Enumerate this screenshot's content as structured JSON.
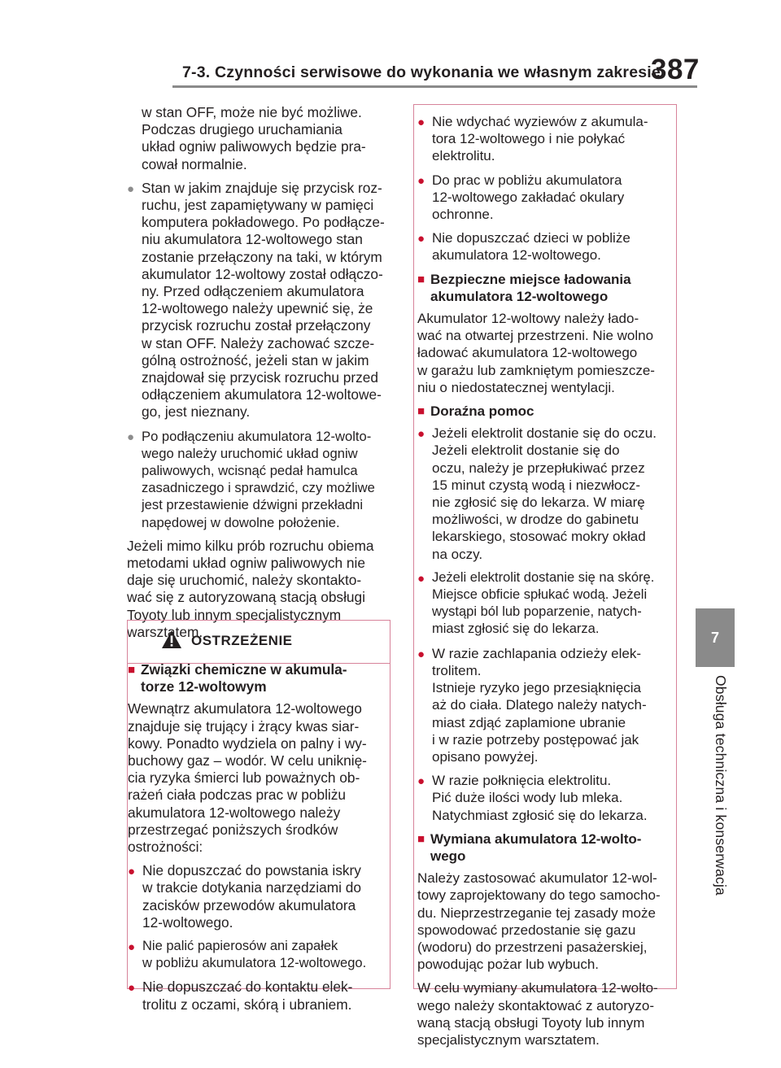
{
  "header": {
    "section_title": "7-3. Czynności serwisowe do wykonania we własnym zakresie",
    "page_number": "387"
  },
  "side": {
    "chapter": "7",
    "chapter_title": "Obsługa techniczna i konserwacja"
  },
  "left": {
    "para1": [
      "w stan OFF, może nie być możliwe.",
      "Podczas drugiego uruchamiania",
      "układ ogniw paliwowych będzie pra-",
      "cował normalnie."
    ],
    "bullet1": [
      "Stan w jakim znajduje się przycisk roz-",
      "ruchu, jest zapamiętywany w pamięci",
      "komputera pokładowego. Po podłącze-",
      "niu akumulatora 12-woltowego stan",
      "zostanie przełączony na taki, w którym",
      "akumulator 12-woltowy został odłączo-",
      "ny. Przed odłączeniem akumulatora",
      "12-woltowego należy upewnić się, że",
      "przycisk rozruchu został przełączony",
      "w stan OFF. Należy zachować szcze-",
      "gólną ostrożność, jeżeli stan w jakim",
      "znajdował się przycisk rozruchu przed",
      "odłączeniem akumulatora 12-woltowe-",
      "go, jest nieznany."
    ],
    "bullet2": [
      "Po podłączeniu akumulatora 12-wolto-",
      "wego należy uruchomić układ ogniw",
      "paliwowych, wcisnąć pedał hamulca",
      "zasadniczego i sprawdzić, czy możliwe",
      "jest przestawienie dźwigni przekładni",
      "napędowej w dowolne położenie."
    ],
    "para2": [
      "Jeżeli mimo kilku prób rozruchu obiema",
      "metodami układ ogniw paliwowych nie",
      "daje się uruchomić, należy skontakto-",
      "wać się z autoryzowaną stacją obsługi",
      "Toyoty lub innym specjalistycznym",
      "warsztatem."
    ]
  },
  "warning": {
    "title": "OSTRZEŻENIE",
    "heading": [
      "Związki chemiczne w akumula-",
      "torze 12-woltowym"
    ],
    "para": [
      "Wewnątrz akumulatora 12-woltowego",
      "znajduje się trujący i żrący kwas siar-",
      "kowy. Ponadto wydziela on palny i wy-",
      "buchowy gaz – wodór. W celu uniknię-",
      "cia ryzyka śmierci lub poważnych ob-",
      "rażeń ciała podczas prac w pobliżu",
      "akumulatora 12-woltowego należy",
      "przestrzegać poniższych środków",
      "ostrożności:"
    ],
    "b1": [
      "Nie dopuszczać do powstania iskry",
      "w trakcie dotykania narzędziami do",
      "zacisków przewodów akumulatora",
      "12-woltowego."
    ],
    "b2": [
      "Nie palić papierosów ani zapałek",
      "w pobliżu akumulatora 12-woltowego."
    ],
    "b3": [
      "Nie dopuszczać do kontaktu elek-",
      "trolitu z oczami, skórą i ubraniem."
    ]
  },
  "right": {
    "b1": [
      "Nie wdychać wyziewów z akumula-",
      "tora 12-woltowego i nie połykać",
      "elektrolitu."
    ],
    "b2": [
      "Do prac w pobliżu akumulatora",
      "12-woltowego zakładać okulary",
      "ochronne."
    ],
    "b3": [
      "Nie dopuszczać dzieci w pobliże",
      "akumulatora 12-woltowego."
    ],
    "h1": [
      "Bezpieczne miejsce ładowania",
      "akumulatora 12-woltowego"
    ],
    "p1": [
      "Akumulator 12-woltowy należy łado-",
      "wać na otwartej przestrzeni. Nie wolno",
      "ładować akumulatora 12-woltowego",
      "w garażu lub zamkniętym pomieszcze-",
      "niu o niedostatecznej wentylacji."
    ],
    "h2": [
      "Doraźna pomoc"
    ],
    "b4": [
      "Jeżeli elektrolit dostanie się do oczu.",
      "Jeżeli elektrolit dostanie się do",
      "oczu, należy je przepłukiwać przez",
      "15 minut czystą wodą i niezwłocz-",
      "nie zgłosić się do lekarza. W miarę",
      "możliwości, w drodze do gabinetu",
      "lekarskiego, stosować mokry okład",
      "na oczy."
    ],
    "b5": [
      "Jeżeli elektrolit dostanie się na skórę.",
      "Miejsce obficie spłukać wodą. Jeżeli",
      "wystąpi ból lub poparzenie, natych-",
      "miast zgłosić się do lekarza."
    ],
    "b6": [
      "W razie zachlapania odzieży elek-",
      "trolitem.",
      "Istnieje ryzyko jego przesiąknięcia",
      "aż do ciała. Dlatego należy natych-",
      "miast zdjąć zaplamione ubranie",
      "i w razie potrzeby postępować jak",
      "opisano powyżej."
    ],
    "b7": [
      "W razie połknięcia elektrolitu.",
      "Pić duże ilości wody lub mleka.",
      "Natychmiast zgłosić się do lekarza."
    ],
    "h3": [
      "Wymiana akumulatora 12-wolto-",
      "wego"
    ],
    "p2": [
      "Należy zastosować akumulator 12-wol-",
      "towy zaprojektowany do tego samocho-",
      "du. Nieprzestrzeganie tej zasady może",
      "spowodować przedostanie się gazu",
      "(wodoru) do przestrzeni pasażerskiej,",
      "powodując pożar lub wybuch."
    ],
    "p3": [
      "W celu wymiany akumulatora 12-wolto-",
      "wego należy skontaktować z autoryzo-",
      "waną stacją obsługi Toyoty lub innym",
      "specjalistycznym warsztatem."
    ]
  },
  "colors": {
    "accent": "#c8102e",
    "box_border": "#d7839a",
    "grey": "#8a8a8a"
  },
  "icons": {
    "bullet": "filled-circle",
    "heading_marker": "filled-square",
    "warning": "warning-triangle-icon"
  }
}
